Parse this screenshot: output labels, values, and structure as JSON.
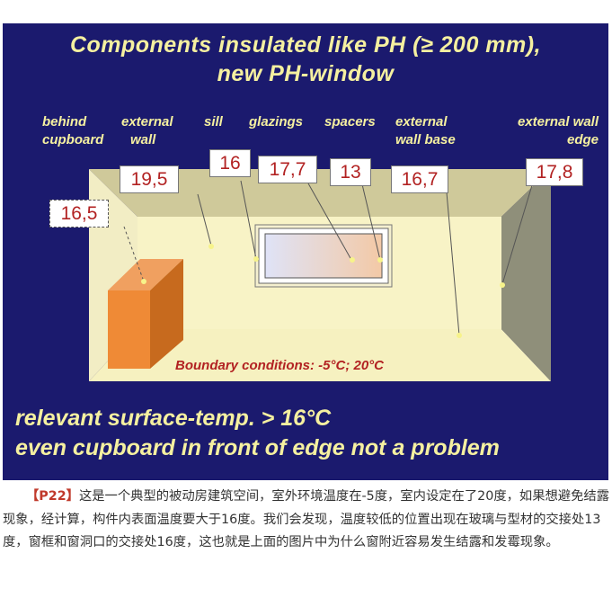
{
  "slide": {
    "title_line1": "Components insulated like PH (≥ 200 mm),",
    "title_line2": "new PH-window",
    "labels": {
      "behind_cupboard_1": "behind",
      "behind_cupboard_2": "cupboard",
      "external_wall_1": "external",
      "external_wall_2": "wall",
      "sill": "sill",
      "glazings": "glazings",
      "spacers": "spacers",
      "external_wall_base_1": "external",
      "external_wall_base_2": "wall base",
      "external_wall_edge_1": "external wall",
      "external_wall_edge_2": "edge"
    },
    "values": {
      "behind_cupboard": "16,5",
      "external_wall": "19,5",
      "sill": "16",
      "glazings": "17,7",
      "spacers": "13",
      "external_wall_base": "16,7",
      "external_wall_edge": "17,8"
    },
    "boundary": "Boundary conditions: -5°C; 20°C",
    "bottom_line1": "relevant surface-temp. > 16°C",
    "bottom_line2": "even cupboard in front of edge not a problem"
  },
  "caption": {
    "tag": "【P22】",
    "text": "这是一个典型的被动房建筑空间，室外环境温度在-5度，室内设定在了20度，如果想避免结露现象，经计算，构件内表面温度要大于16度。我们会发现，温度较低的位置出现在玻璃与型材的交接处13度，窗框和窗洞口的交接处16度，这也就是上面的图片中为什么窗附近容易发生结露和发霉现象。"
  }
}
